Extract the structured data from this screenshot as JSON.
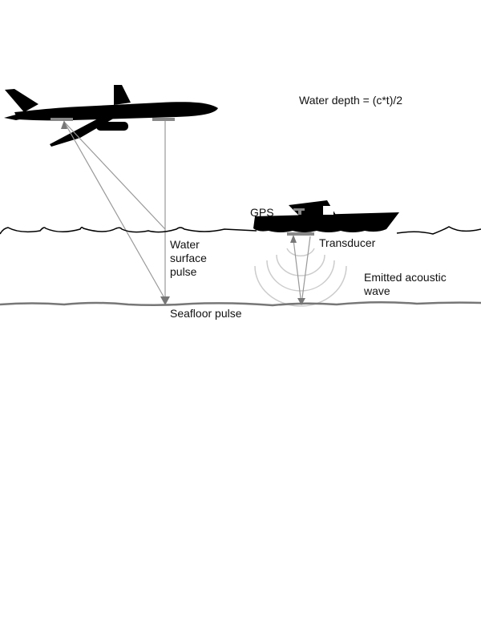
{
  "formula": "Water depth = (c*t)/2",
  "labels": {
    "gps": "GPS",
    "transducer": "Transducer",
    "water_surface_pulse": [
      "Water",
      "surface",
      "pulse"
    ],
    "emitted_acoustic_wave": [
      "Emitted acoustic",
      "wave"
    ],
    "seafloor_pulse": "Seafloor pulse"
  },
  "colors": {
    "silhouette": "#000000",
    "beam": "#999999",
    "seafloor": "#777777",
    "acoustic_wave": "#cccccc"
  }
}
